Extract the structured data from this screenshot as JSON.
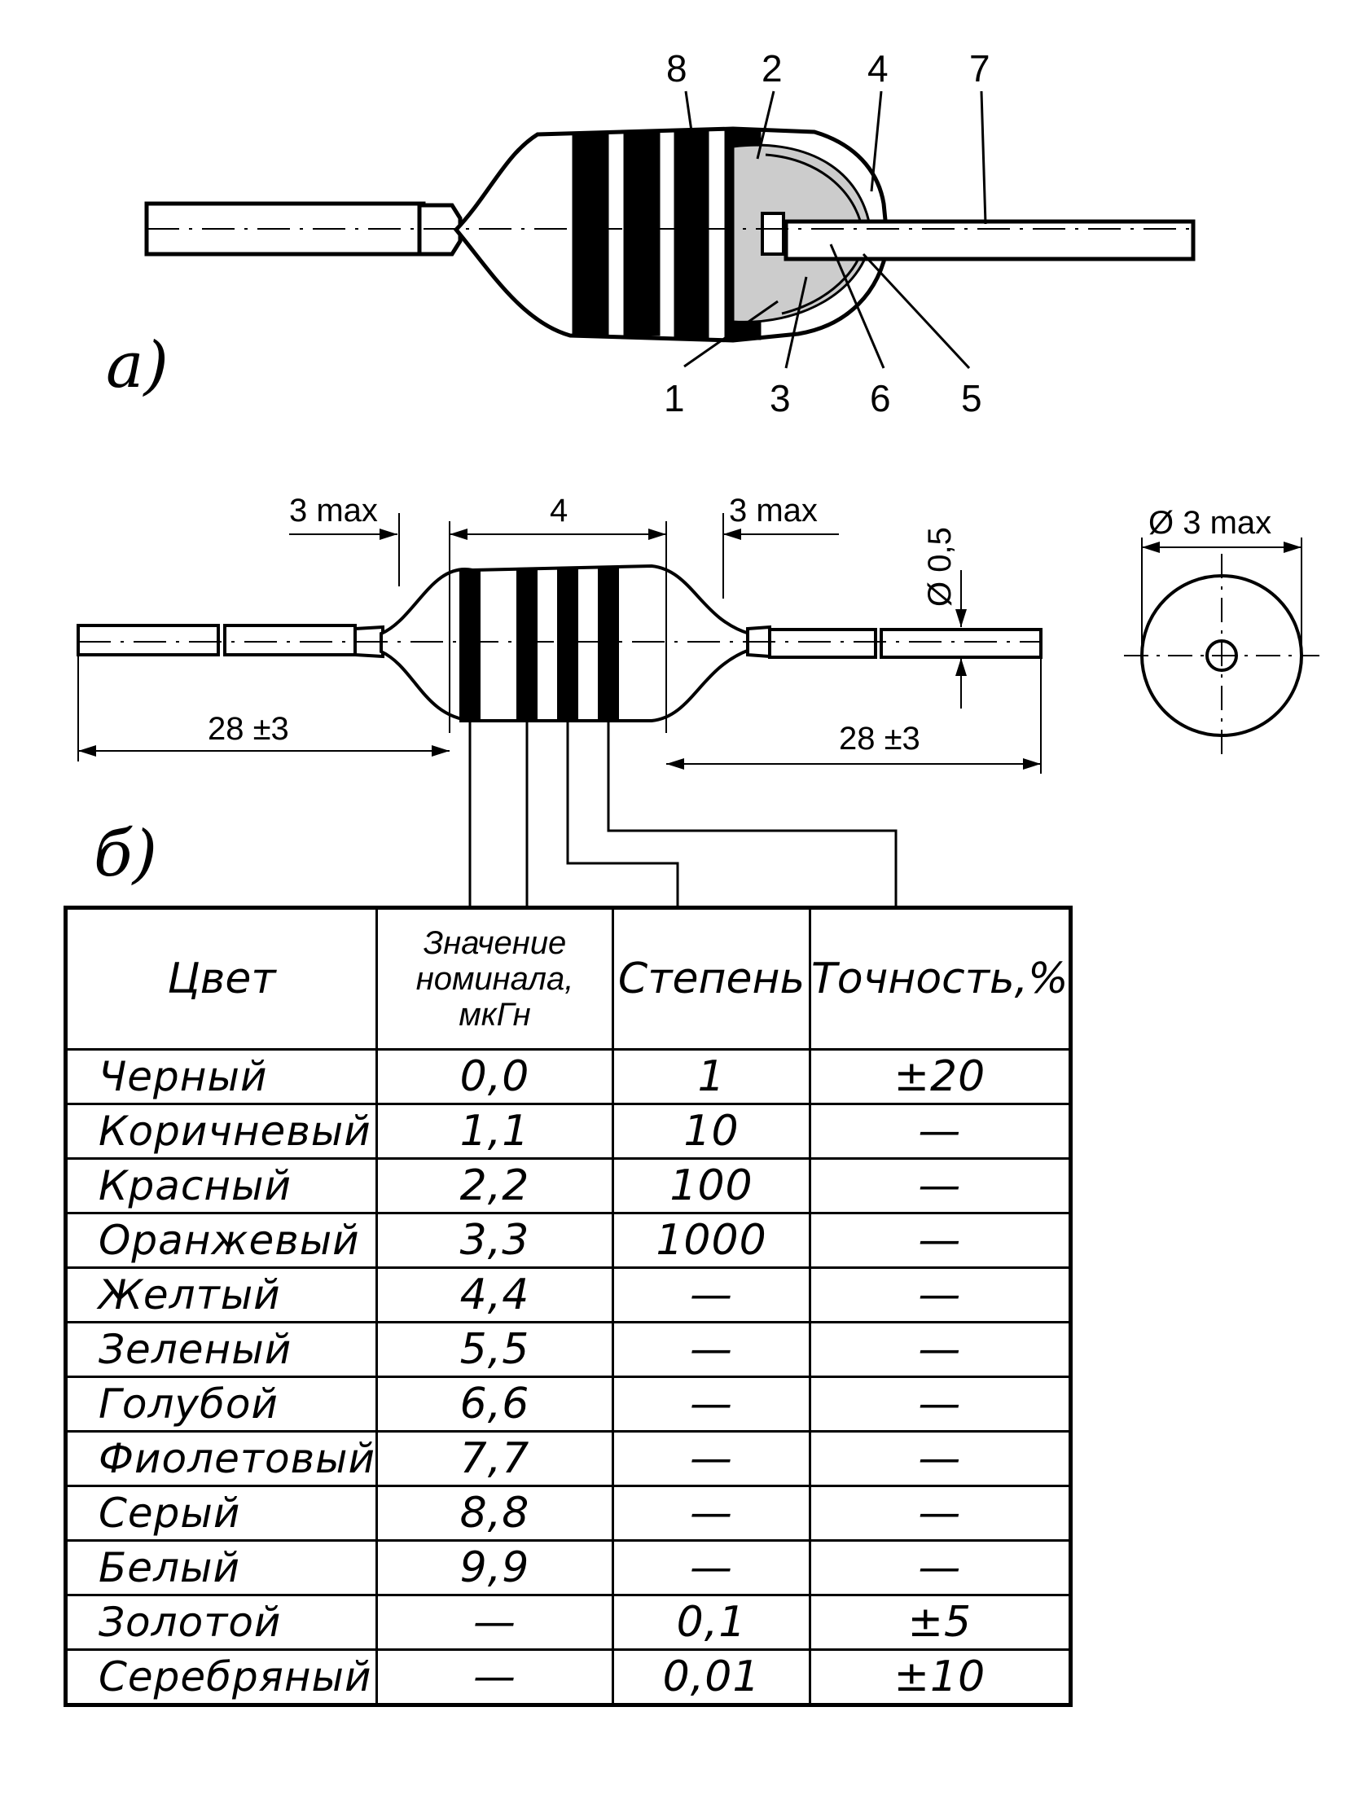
{
  "figure_a": {
    "label": "а)",
    "callouts": [
      "8",
      "2",
      "4",
      "7",
      "1",
      "3",
      "6",
      "5"
    ]
  },
  "figure_b": {
    "label": "б)",
    "dim_lead_gap_left": "3 max",
    "dim_body": "4",
    "dim_lead_gap_right": "3 max",
    "dim_lead_diameter": "Ø 0,5",
    "dim_lead_left": "28 ±3",
    "dim_lead_right": "28 ±3",
    "dim_end_diameter": "Ø 3 max"
  },
  "table": {
    "headers": {
      "color": "Цвет",
      "value_l1": "Значение",
      "value_l2": "номинала,",
      "value_l3": "мкГн",
      "power": "Степень",
      "tolerance": "Точность,%"
    },
    "rows": [
      {
        "color": "Черный",
        "value": "0,0",
        "power": "1",
        "tolerance": "±20"
      },
      {
        "color": "Коричневый",
        "value": "1,1",
        "power": "10",
        "tolerance": "—"
      },
      {
        "color": "Красный",
        "value": "2,2",
        "power": "100",
        "tolerance": "—"
      },
      {
        "color": "Оранжевый",
        "value": "3,3",
        "power": "1000",
        "tolerance": "—"
      },
      {
        "color": "Желтый",
        "value": "4,4",
        "power": "—",
        "tolerance": "—"
      },
      {
        "color": "Зеленый",
        "value": "5,5",
        "power": "—",
        "tolerance": "—"
      },
      {
        "color": "Голубой",
        "value": "6,6",
        "power": "—",
        "tolerance": "—"
      },
      {
        "color": "Фиолетовый",
        "value": "7,7",
        "power": "—",
        "tolerance": "—"
      },
      {
        "color": "Серый",
        "value": "8,8",
        "power": "—",
        "tolerance": "—"
      },
      {
        "color": "Белый",
        "value": "9,9",
        "power": "—",
        "tolerance": "—"
      },
      {
        "color": "Золотой",
        "value": "—",
        "power": "0,1",
        "tolerance": "±5"
      },
      {
        "color": "Серебряный",
        "value": "—",
        "power": "0,01",
        "tolerance": "±10"
      }
    ]
  }
}
